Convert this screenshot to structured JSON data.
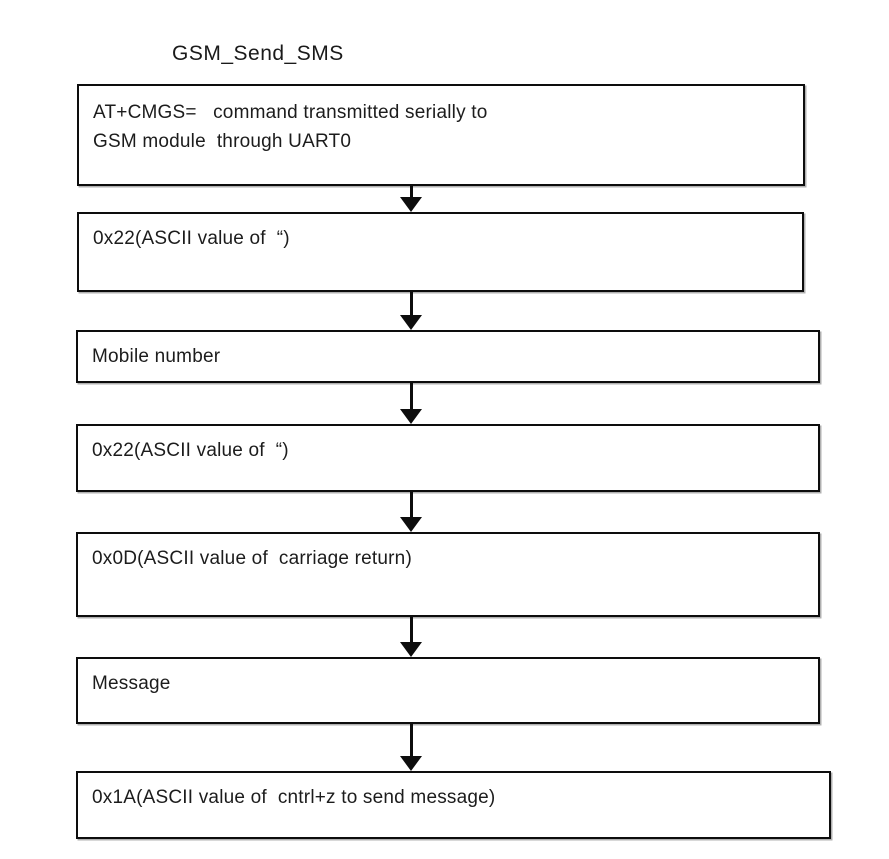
{
  "diagram": {
    "title": "GSM_Send_SMS",
    "type": "flowchart",
    "colors": {
      "background": "#ffffff",
      "box_border": "#0d0d0d",
      "text": "#1c1c1c",
      "arrow": "#0d0d0d"
    },
    "boxes": [
      {
        "id": "step-1",
        "text": "AT+CMGS=   command transmitted serially to\nGSM module  through UART0"
      },
      {
        "id": "step-2",
        "text": "0x22(ASCII value of  “)"
      },
      {
        "id": "step-3",
        "text": "Mobile number"
      },
      {
        "id": "step-4",
        "text": "0x22(ASCII value of  “)"
      },
      {
        "id": "step-5",
        "text": "0x0D(ASCII value of  carriage return)"
      },
      {
        "id": "step-6",
        "text": "Message"
      },
      {
        "id": "step-7",
        "text": "0x1A(ASCII value of  cntrl+z to send message)"
      }
    ],
    "connectors": [
      {
        "from": "step-1",
        "to": "step-2"
      },
      {
        "from": "step-2",
        "to": "step-3"
      },
      {
        "from": "step-3",
        "to": "step-4"
      },
      {
        "from": "step-4",
        "to": "step-5"
      },
      {
        "from": "step-5",
        "to": "step-6"
      },
      {
        "from": "step-6",
        "to": "step-7"
      }
    ]
  }
}
